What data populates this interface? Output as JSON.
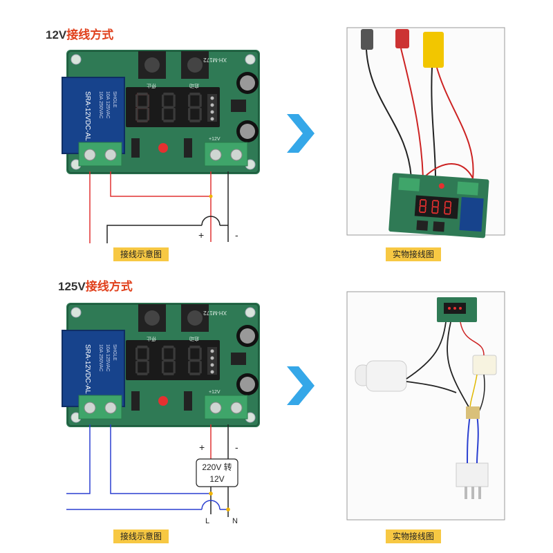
{
  "section1": {
    "title_voltage": "12V",
    "title_text": "接线方式",
    "diagram_caption": "接线示意图",
    "photo_caption": "实物接线图",
    "plus_label": "+",
    "minus_label": "-"
  },
  "section2": {
    "title_voltage": "125V",
    "title_text": "接线方式",
    "diagram_caption": "接线示意图",
    "photo_caption": "实物接线图",
    "plus_label": "+",
    "minus_label": "-",
    "converter_label_1": "220V 转",
    "converter_label_2": "12V",
    "l_label": "L",
    "n_label": "N"
  },
  "board": {
    "model": "XH-M172",
    "relay": "SRA-12VDC-AL",
    "relay_brand": "SHGLE",
    "relay_spec_1": "10A 250VAC",
    "relay_spec_2": "10A 125VAC",
    "display": "888",
    "btn1": "停止",
    "btn2": "启动",
    "power_label": "+12V"
  },
  "colors": {
    "board": "#2f7a55",
    "board_dark": "#1f5c3e",
    "terminal": "#3fa56a",
    "relay": "#17438c",
    "display": "#1a1a1a",
    "segment": "#3a3a3a",
    "wire_red": "#e03030",
    "wire_blue": "#2a3fd0",
    "wire_black": "#222222",
    "arrow": "#35a7e8",
    "junction": "#f0b400",
    "title_accent": "#e0401c"
  }
}
